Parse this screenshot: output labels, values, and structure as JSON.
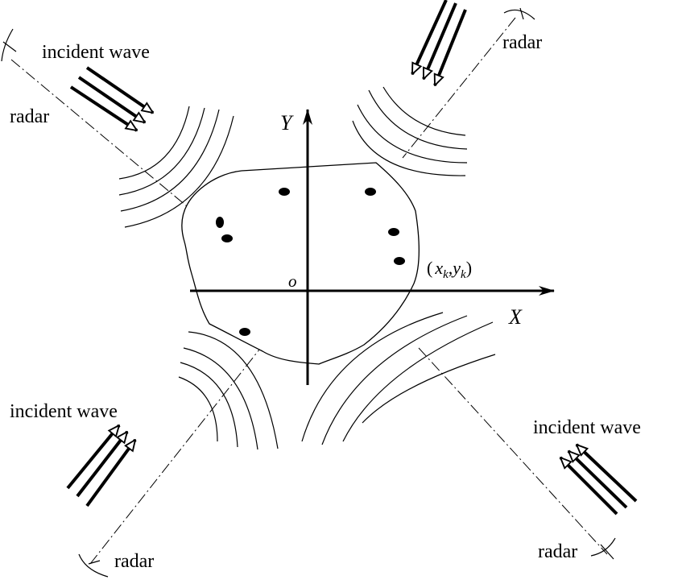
{
  "diagram": {
    "labels": {
      "top_left_incident": "incident wave",
      "top_left_radar": "radar",
      "top_right_radar": "radar",
      "bottom_left_incident": "incident wave",
      "bottom_left_radar": "radar",
      "bottom_right_incident": "incident wave",
      "bottom_right_radar": "radar"
    },
    "axes": {
      "x_label": "X",
      "y_label": "Y",
      "origin_label": "o"
    },
    "point_label": {
      "open": "(",
      "x": "x",
      "x_sub": "k",
      "comma": ",",
      "y": "y",
      "y_sub": "k",
      "close": ")"
    },
    "scatterer_count": 7,
    "radar_count": 4
  }
}
